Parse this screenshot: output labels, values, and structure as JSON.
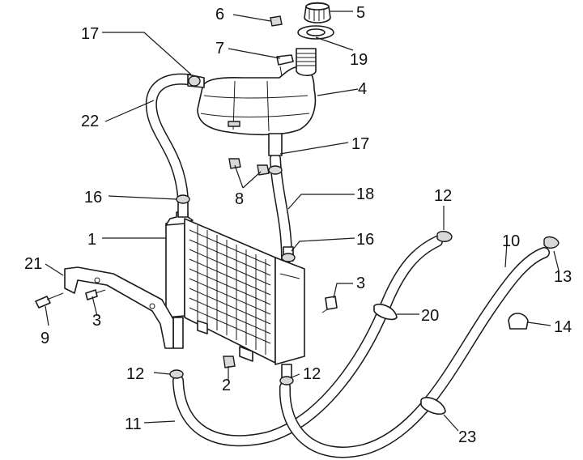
{
  "labels": {
    "l1": "1",
    "l2": "2",
    "l3a": "3",
    "l3b": "3",
    "l4": "4",
    "l5": "5",
    "l6": "6",
    "l7": "7",
    "l8": "8",
    "l9": "9",
    "l10": "10",
    "l11": "11",
    "l12a": "12",
    "l12b": "12",
    "l12c": "12",
    "l13": "13",
    "l14": "14",
    "l16a": "16",
    "l16b": "16",
    "l17a": "17",
    "l17b": "17",
    "l18": "18",
    "l19": "19",
    "l20": "20",
    "l21": "21",
    "l22": "22",
    "l23": "23"
  }
}
